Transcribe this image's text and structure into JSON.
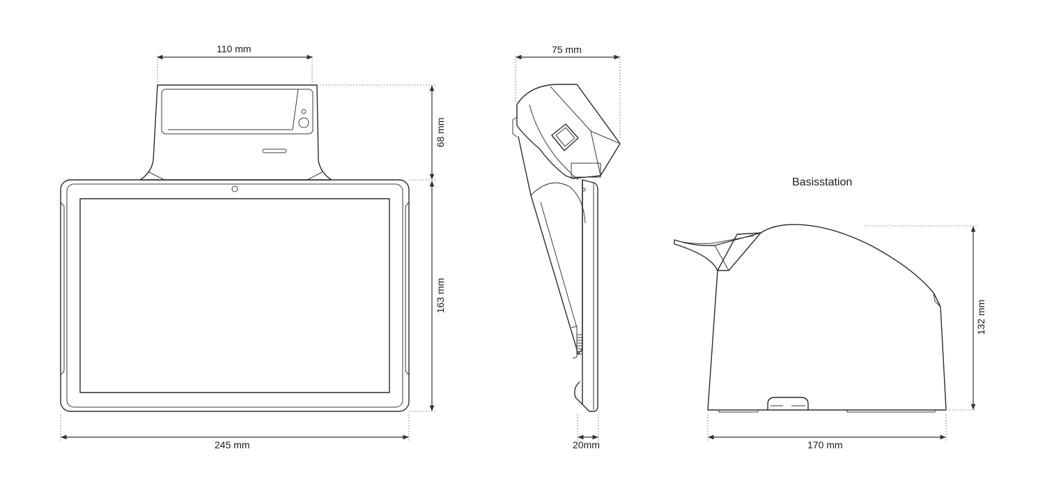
{
  "dimensions": {
    "front_top_width": "110 mm",
    "front_top_height": "68 mm",
    "front_tablet_height": "163 mm",
    "front_total_width": "245 mm",
    "side_top_depth": "75 mm",
    "side_base_depth": "20mm",
    "base_width": "170 mm",
    "base_height": "132 mm"
  },
  "labels": {
    "base_title": "Basisstation"
  },
  "colors": {
    "line": "#2b2b2b",
    "background": "#ffffff"
  }
}
